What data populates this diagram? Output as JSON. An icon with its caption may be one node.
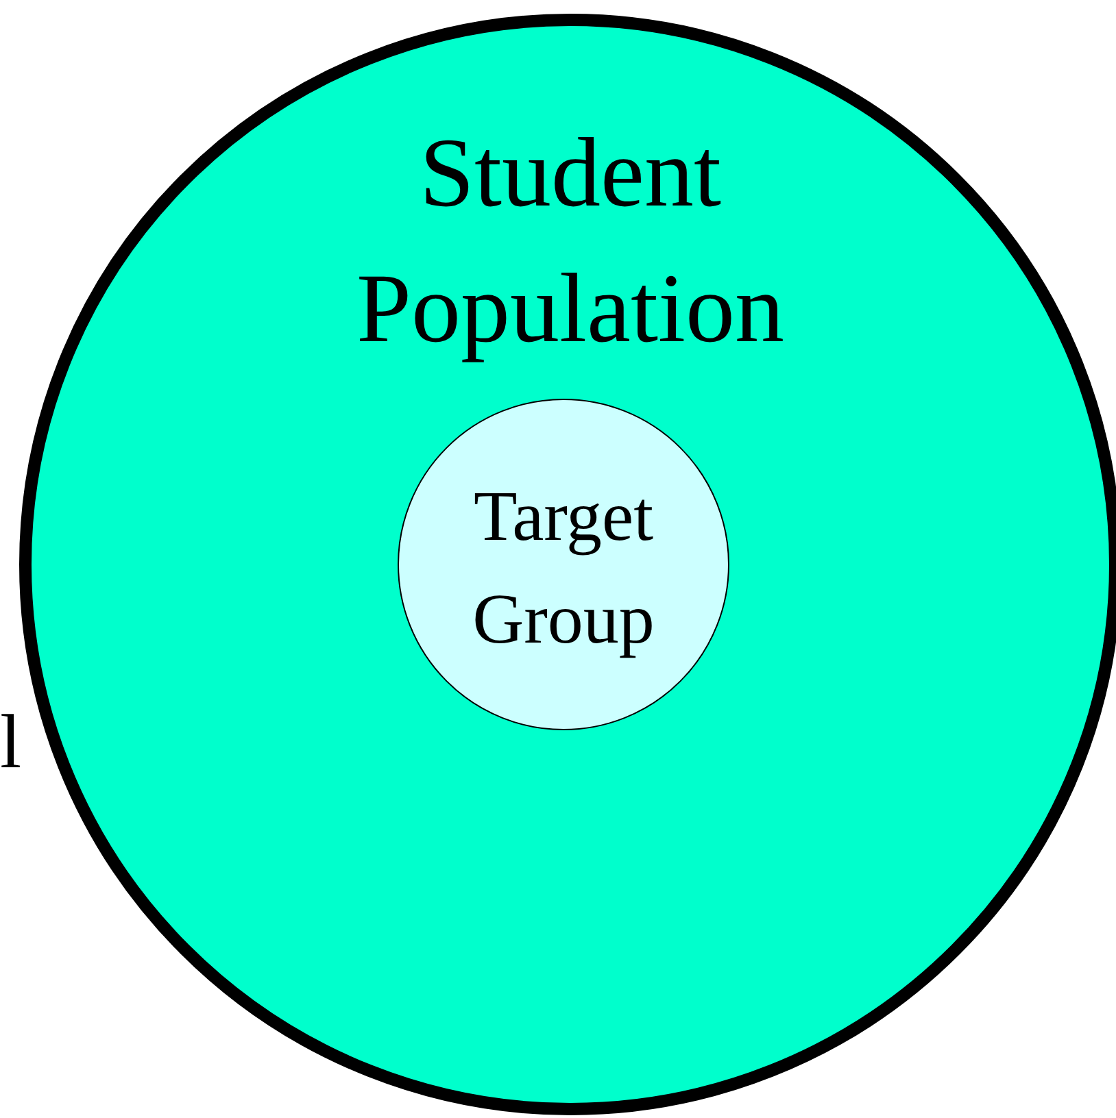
{
  "diagram": {
    "nodes": [
      {
        "text": [
          "Student Population"
        ]
      },
      {
        "text": [
          "Target Group"
        ],
        "in": 0
      }
    ],
    "labels": [
      "l"
    ]
  }
}
